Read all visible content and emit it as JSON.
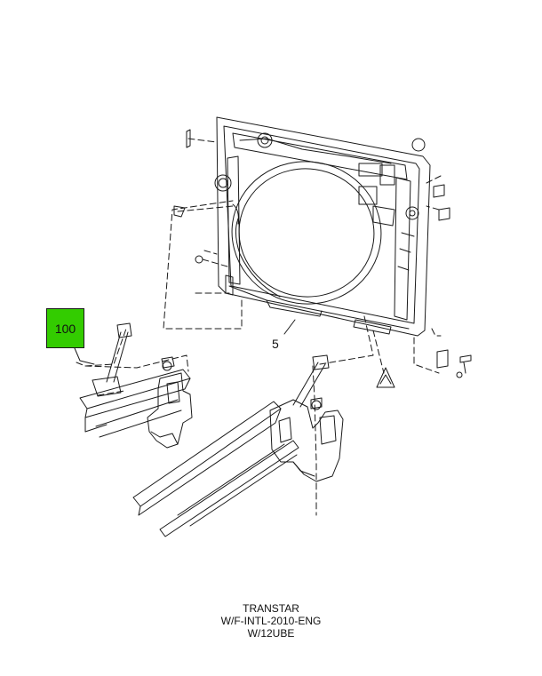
{
  "diagram": {
    "callouts": [
      {
        "id": "100",
        "label": "100",
        "highlight_color": "#33cc00"
      },
      {
        "id": "5",
        "label": "5"
      }
    ],
    "caption_lines": [
      "TRANSTAR",
      "W/F-INTL-2010-ENG",
      "W/12UBE"
    ],
    "line_color": "#1a1a1a"
  }
}
